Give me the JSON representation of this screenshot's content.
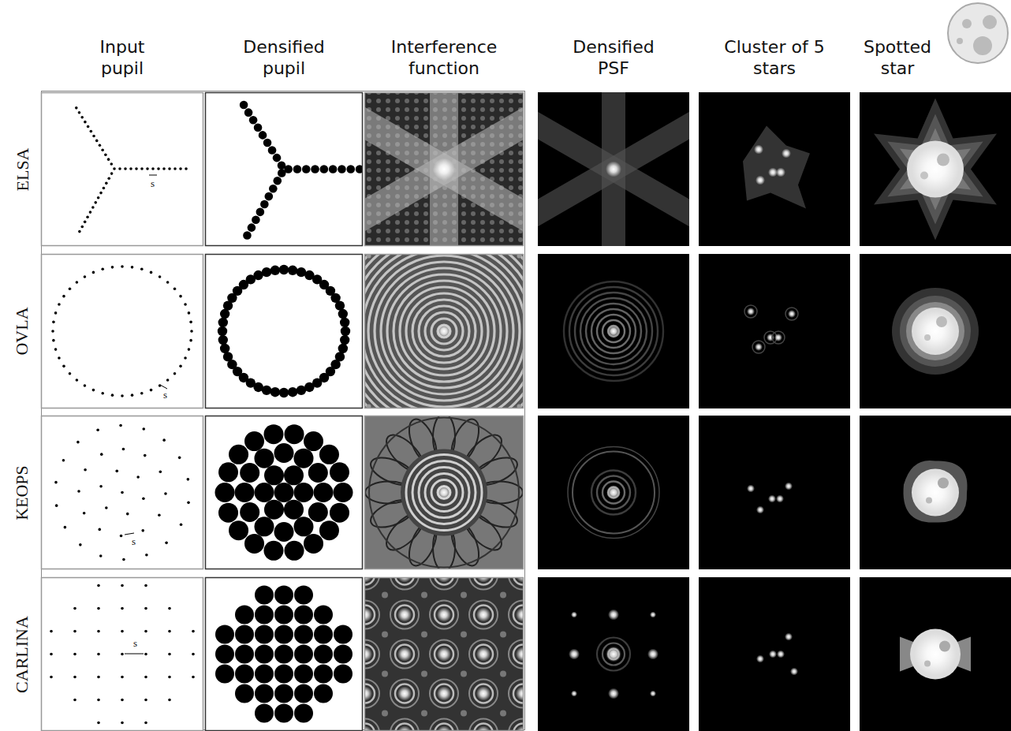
{
  "diagram": {
    "labels": [
      "Input pupil",
      "Densified pupil",
      "Interference function",
      "Densified PSF",
      "Cluster of 5 stars",
      "Spotted star",
      "ELSA",
      "OVLA",
      "KEOPS",
      "CARLINA",
      "s",
      "s",
      "s",
      "s"
    ]
  }
}
